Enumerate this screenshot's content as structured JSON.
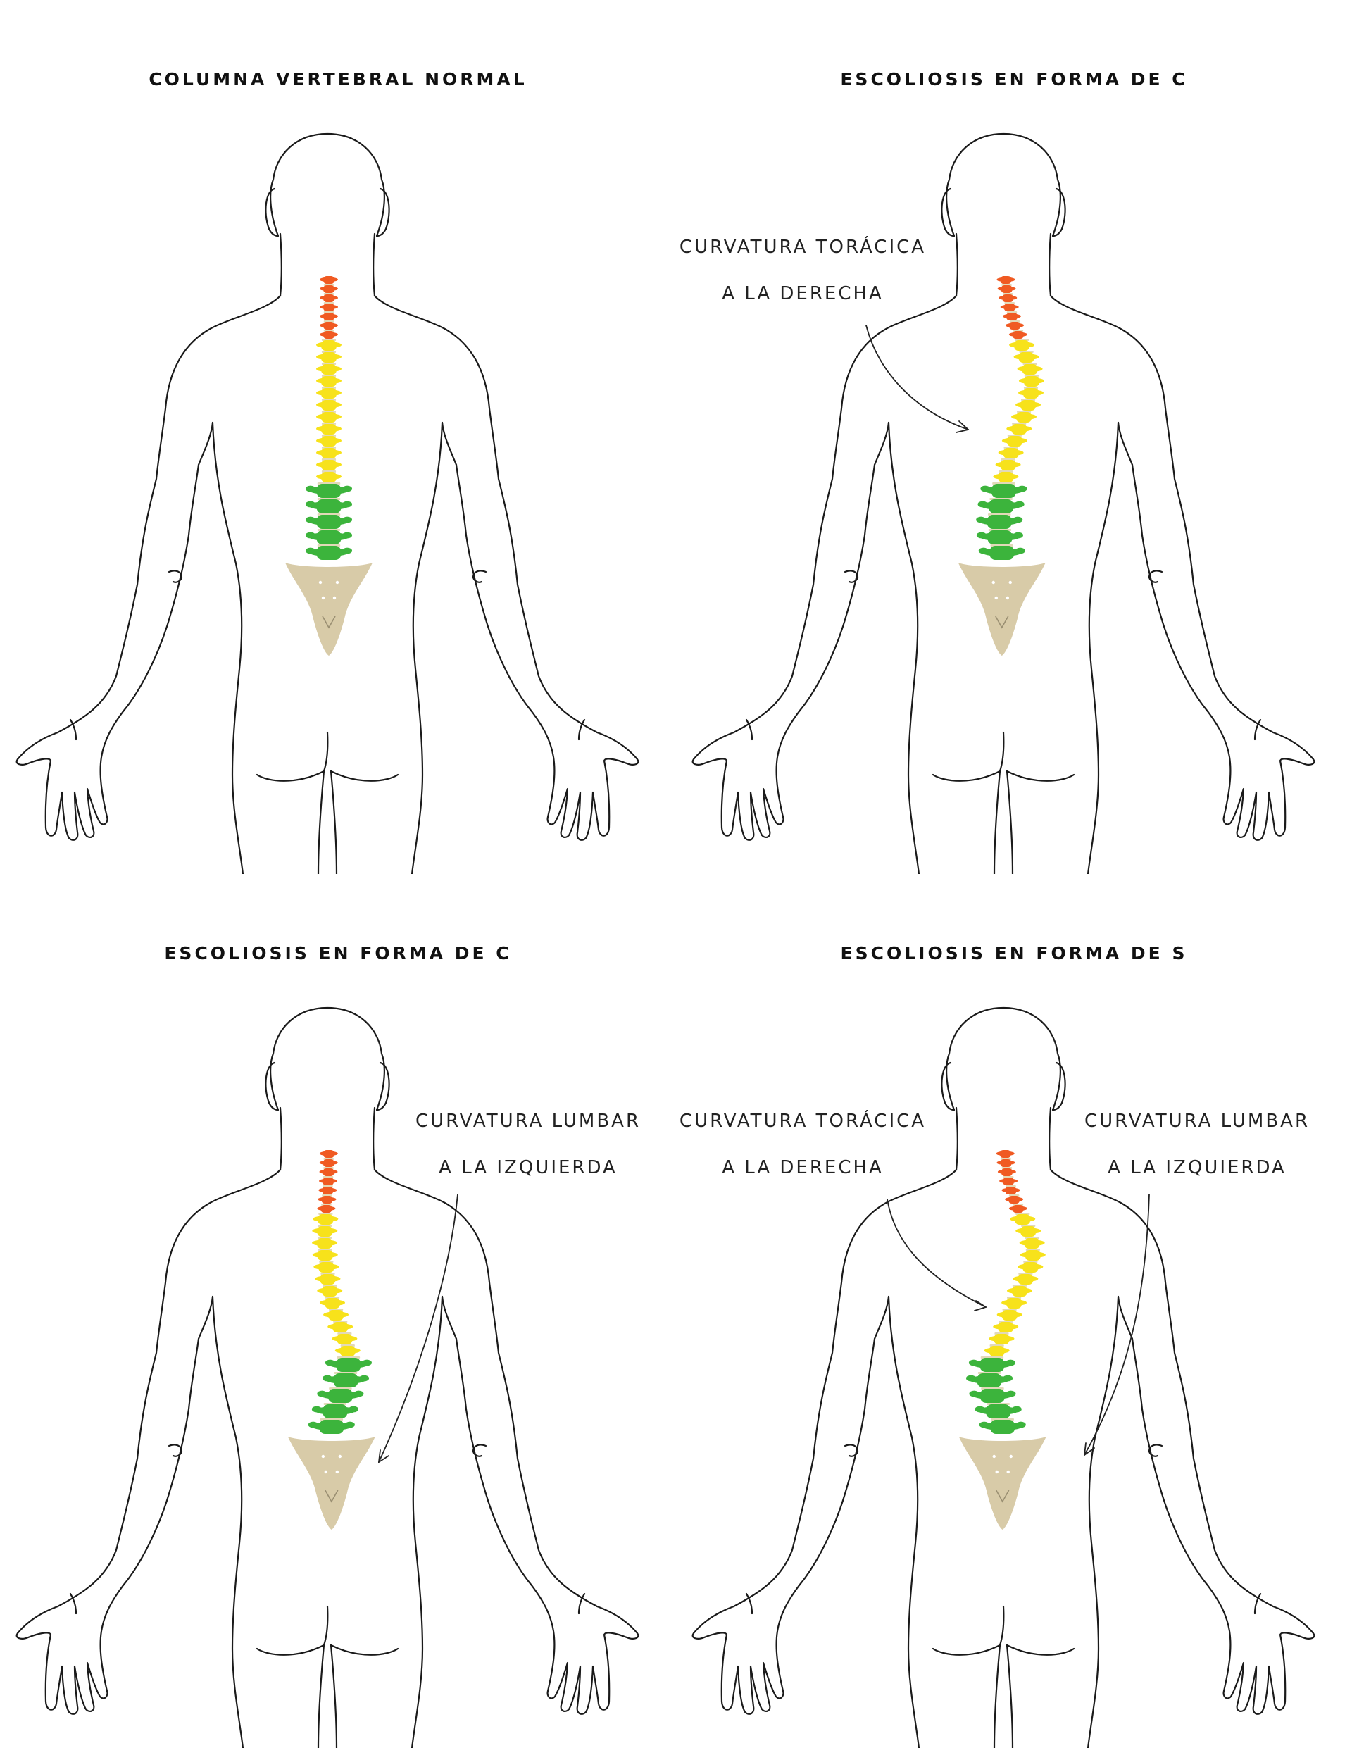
{
  "panels": [
    {
      "title": "COLUMNA VERTEBRAL NORMAL",
      "curve": "normal",
      "annotations": []
    },
    {
      "title": "ESCOLIOSIS EN FORMA DE C",
      "curve": "c-right",
      "annotations": [
        {
          "line1": "CURVATURA TORÁCICA",
          "line2": "A LA DERECHA"
        }
      ]
    },
    {
      "title": "ESCOLIOSIS EN FORMA DE C",
      "curve": "c-left",
      "annotations": [
        {
          "line1": "CURVATURA LUMBAR",
          "line2": "A LA IZQUIERDA"
        }
      ]
    },
    {
      "title": "ESCOLIOSIS EN FORMA DE S",
      "curve": "s",
      "annotations": [
        {
          "line1": "CURVATURA TORÁCICA",
          "line2": "A LA DERECHA"
        },
        {
          "line1": "CURVATURA LUMBAR",
          "line2": "A LA IZQUIERDA"
        }
      ]
    }
  ],
  "colors": {
    "cervical": "#f05a22",
    "thoracic": "#f7e21b",
    "lumbar": "#3cb43c",
    "sacrum": "#d8cba8",
    "disc": "#e2d9b8",
    "outline": "#1a1a1a"
  }
}
